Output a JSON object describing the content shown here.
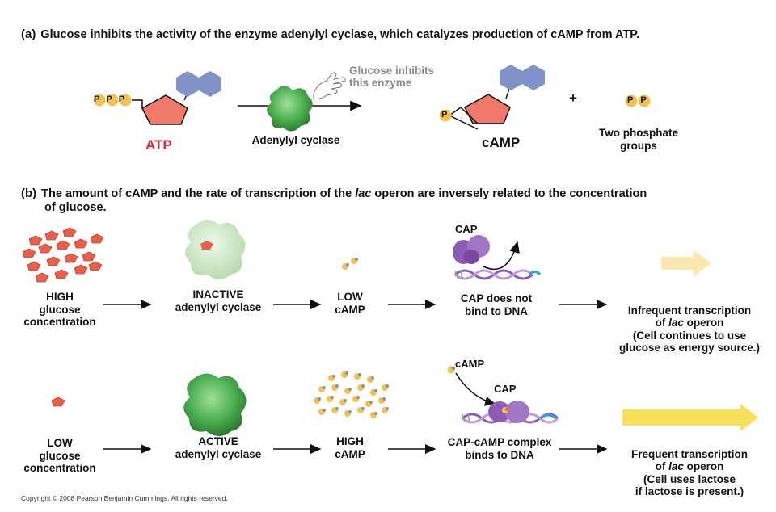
{
  "part_a": {
    "letter": "(a)",
    "heading": "Glucose inhibits the activity of the enzyme adenylyl cyclase, which catalyzes production of cAMP from ATP.",
    "atp_label": "ATP",
    "phosphate_letter": "P",
    "enzyme_label": "Adenylyl cyclase",
    "inhibit_note": "Glucose inhibits\nthis enzyme",
    "camp_label": "cAMP",
    "plus": "+",
    "phosphates_label": "Two phosphate\ngroups"
  },
  "part_b": {
    "letter": "(b)",
    "heading_pre": "The amount of cAMP and the rate of transcription of the ",
    "heading_em": "lac",
    "heading_post": " operon are inversely related to the concentration",
    "heading_line2": "of glucose.",
    "high_row": {
      "glucose": "HIGH\nglucose\nconcentration",
      "enzyme": "INACTIVE\nadenylyl cyclase",
      "camp": "LOW\ncAMP",
      "cap_label": "CAP",
      "cap_state": "CAP does not\nbind to DNA",
      "outcome_line1": "Infrequent transcription",
      "outcome_pre": "of ",
      "outcome_em": "lac",
      "outcome_post": " operon",
      "outcome_rest": "(Cell continues to use\nglucose as energy source.)"
    },
    "low_row": {
      "glucose": "LOW\nglucose\nconcentration",
      "enzyme": "ACTIVE\nadenylyl cyclase",
      "camp": "HIGH\ncAMP",
      "camp_label": "cAMP",
      "cap_label": "CAP",
      "cap_state": "CAP-cAMP complex\nbinds to DNA",
      "outcome_line1": "Frequent transcription",
      "outcome_pre": "of ",
      "outcome_em": "lac",
      "outcome_post": " operon",
      "outcome_rest": "(Cell uses lactose\nif lactose is present.)"
    }
  },
  "copyright": "Copyright © 2008 Pearson Benjamin Cummings. All rights reserved.",
  "colors": {
    "phosphate": "#f2c14e",
    "ribose": "#f07a6a",
    "adenine": "#7f93c9",
    "enzyme_active": "#4caf50",
    "enzyme_inactive": "#c8e6c0",
    "glucose": "#e8604c",
    "cap": "#8e5bb5",
    "dna": "#9b59b6",
    "atp_text": "#d0313a",
    "arrow_faint": "#fbe7b0",
    "arrow_strong": "#f7e05a"
  }
}
